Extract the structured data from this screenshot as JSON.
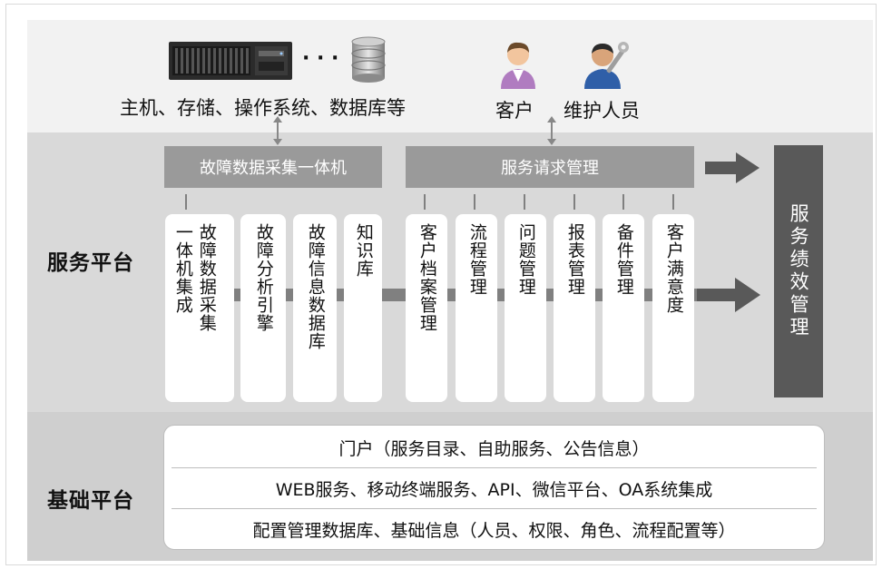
{
  "top": {
    "hosts_caption": "主机、存储、操作系统、数据库等",
    "ellipsis": "· · ·",
    "customer_label": "客户",
    "maintainer_label": "维护人员"
  },
  "service_platform": {
    "label": "服务平台",
    "fault_header": "故障数据采集一体机",
    "service_header": "服务请求管理",
    "performance": "服务绩效管理",
    "fault_cards": {
      "integration_a": "故障数据采集",
      "integration_b": "一体机集成",
      "analysis_engine": "故障分析引擎",
      "info_db": "故障信息数据库",
      "knowledge_base": "知识库"
    },
    "service_cards": [
      "客户档案管理",
      "流程管理",
      "问题管理",
      "报表管理",
      "备件管理",
      "客户满意度"
    ]
  },
  "base_platform": {
    "label": "基础平台",
    "rows": [
      "门户（服务目录、自助服务、公告信息）",
      "WEB服务、移动终端服务、API、微信平台、OA系统集成",
      "配置管理数据库、基础信息（人员、权限、角色、流程配置等）"
    ]
  }
}
